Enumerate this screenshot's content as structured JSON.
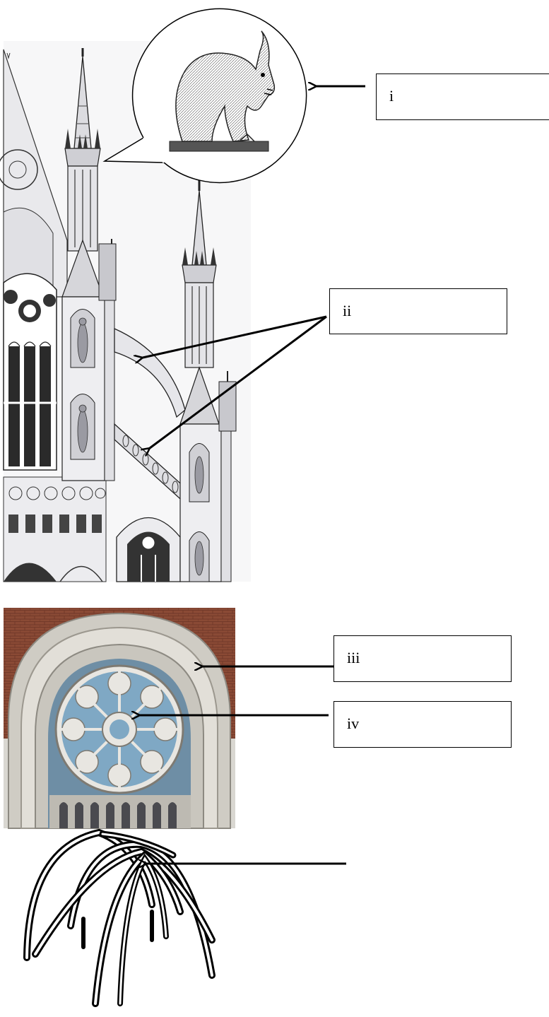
{
  "labels": {
    "i": "i",
    "ii": "ii",
    "iii": "iii",
    "iv": "iv",
    "v": ""
  },
  "colors": {
    "ink": "#000000",
    "paper": "#ffffff",
    "brick": "#8a4a35",
    "stone": "#d8d6d0",
    "glass": "#7fa8c4"
  }
}
